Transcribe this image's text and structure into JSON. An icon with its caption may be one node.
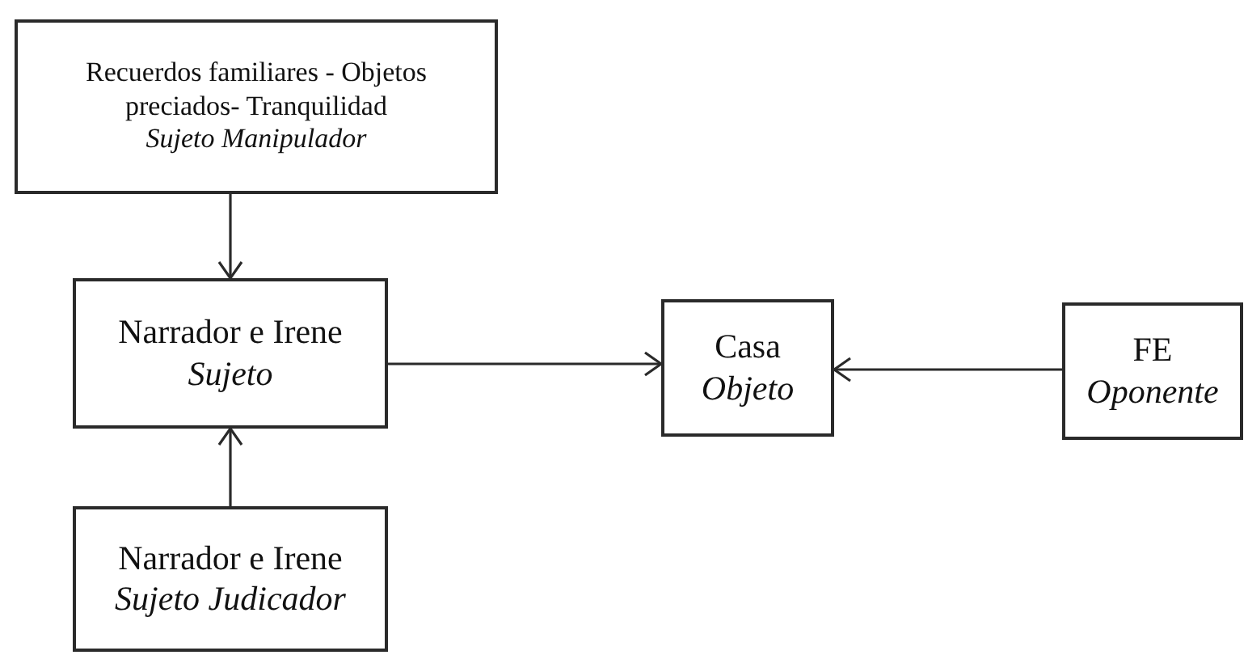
{
  "diagram": {
    "nodes": [
      {
        "text": [
          "Recuerdos familiares - Objetos preciados- Tranquilidad",
          "Sujeto Manipulador"
        ]
      },
      {
        "text": [
          "Narrador e Irene",
          "Sujeto"
        ]
      },
      {
        "text": [
          "Casa",
          "Objeto"
        ]
      },
      {
        "text": [
          "FE",
          "Oponente"
        ]
      },
      {
        "text": [
          "Narrador e Irene",
          "Sujeto Judicador"
        ]
      }
    ],
    "edges": [
      {
        "from": 0,
        "to": 1,
        "arrow": "to"
      },
      {
        "from": 4,
        "to": 1,
        "arrow": "to"
      },
      {
        "from": 1,
        "to": 2,
        "arrow": "to"
      },
      {
        "from": 3,
        "to": 2,
        "arrow": "to"
      }
    ]
  }
}
